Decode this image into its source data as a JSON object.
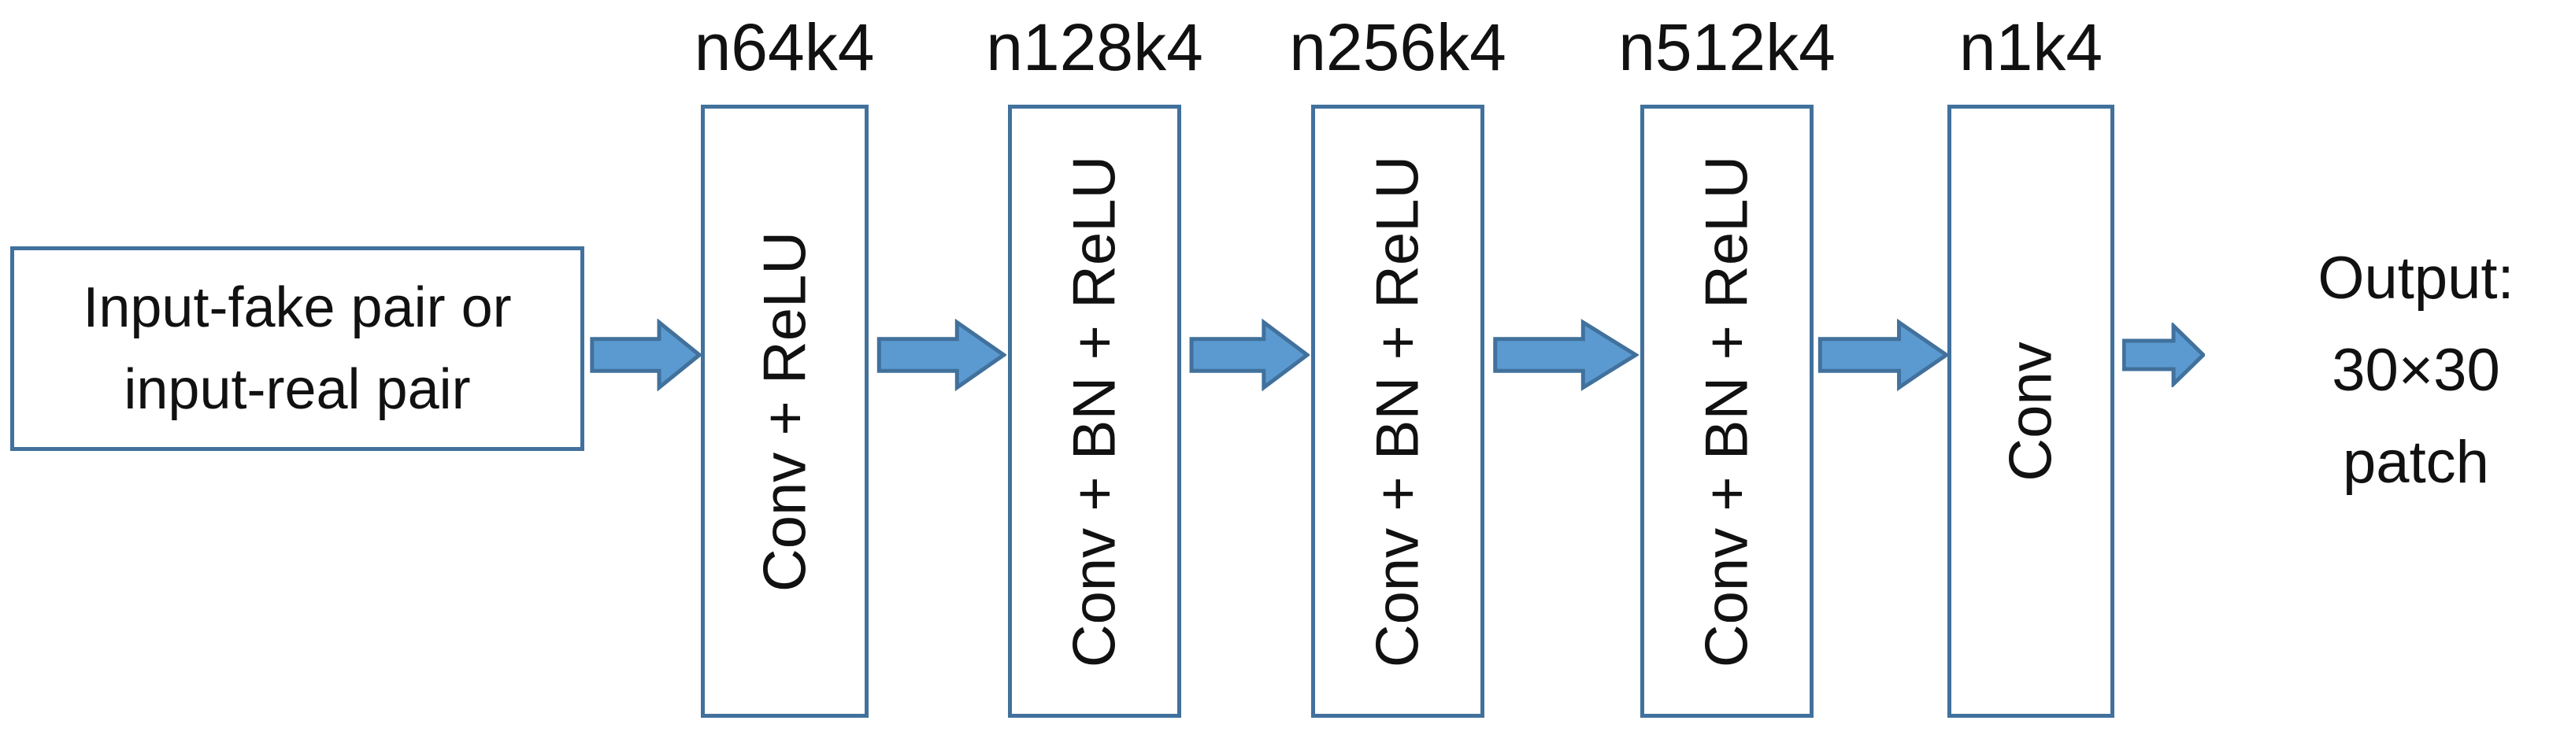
{
  "diagram": {
    "input_box": {
      "line1": "Input-fake pair or",
      "line2": "input-real pair"
    },
    "blocks": [
      {
        "filter_label": "n64k4",
        "ops_label": "Conv + ReLU"
      },
      {
        "filter_label": "n128k4",
        "ops_label": "Conv + BN + ReLU"
      },
      {
        "filter_label": "n256k4",
        "ops_label": "Conv + BN + ReLU"
      },
      {
        "filter_label": "n512k4",
        "ops_label": "Conv + BN + ReLU"
      },
      {
        "filter_label": "n1k4",
        "ops_label": "Conv"
      }
    ],
    "output_label": {
      "line1": "Output:",
      "line2": "30×30",
      "line3": "patch"
    },
    "colors": {
      "box_border": "#41719c",
      "arrow_fill": "#5b9ad0",
      "arrow_stroke": "#41719c",
      "text": "#111111",
      "background": "#ffffff"
    }
  }
}
